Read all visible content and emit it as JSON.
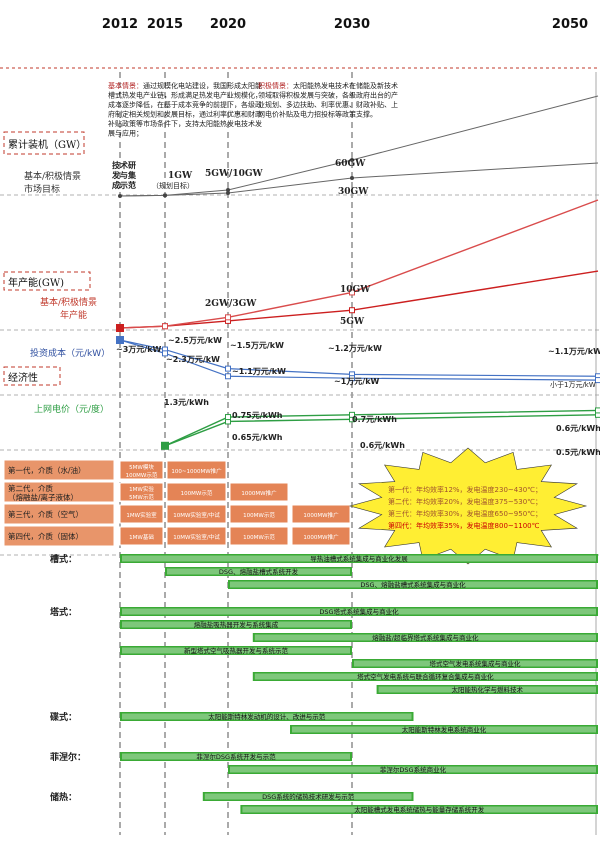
{
  "chart_data": {
    "type": "line",
    "years": [
      "2012",
      "2015",
      "2020",
      "2030",
      "2050"
    ],
    "scenario_text": {
      "basic_title": "基本情景：",
      "basic_body": "通过规模化电站建设，我国形成太阳能槽式热发电产业链，形成满足热发电产业规模化，成本逐步降低，在基于成本竞争的前提下，各级政府制定相关规划和发展目标，通过利率优惠和财政补贴政策等市场条件下，支持太阳能热发电技术发展与应用；",
      "positive_title": "积极情景：",
      "positive_body": "太阳能热发电技术在储能及新技术领域取得积极发展与突破，各级政府出台的产业规划、多边扶助、利率优惠、财政补贴、上网电价补贴及电力招投标等政策支撑。"
    },
    "sections": {
      "cumulative": {
        "label": "累计装机（GW）",
        "sublabel": "基本/积极情景市场目标"
      },
      "annual": {
        "label": "年产能(GW)",
        "sublabel": "基本/积极情景年产能"
      },
      "economics": {
        "label": "经济性",
        "investment_label": "投资成本（元/kW）",
        "tariff_label": "上网电价（元/度）"
      }
    },
    "cumulative_labels": {
      "y2012": "技术研发与集成示范",
      "y2015": "1GW",
      "y2015_note": "（规划目标）",
      "y2020": "5GW/10GW",
      "y2030_high": "60GW",
      "y2030_low": "30GW"
    },
    "cumulative_series": [
      {
        "name": "basic",
        "values": [
          0,
          1,
          5,
          30,
          55
        ],
        "color": "#666666"
      },
      {
        "name": "positive",
        "values": [
          0,
          1,
          10,
          60,
          160
        ],
        "color": "#666666"
      }
    ],
    "annual_labels": {
      "y2020": "2GW/3GW",
      "y2030_high": "10GW",
      "y2030_low": "5GW"
    },
    "annual_series": [
      {
        "name": "basic",
        "values": [
          0,
          0.5,
          2,
          5,
          16
        ],
        "color": "#cc1f1f"
      },
      {
        "name": "positive",
        "values": [
          0,
          0.5,
          3,
          10,
          36
        ],
        "color": "#d94c4c"
      }
    ],
    "investment_labels": {
      "y2012": "~3万元/kW",
      "y2015_high": "~2.5万元/kW",
      "y2015_low": "~2.3万元/kW",
      "y2020_high": "~1.5万元/kW",
      "y2020_low": "~1.1万元/kW",
      "y2030_high": "~1.2万元/kW",
      "y2030_low": "~1万元/kW",
      "y2050_high": "~1.1万元/kW",
      "y2050_low": "小于1万元/kW"
    },
    "investment_series": [
      {
        "name": "high",
        "values": [
          3,
          2.5,
          1.5,
          1.2,
          1.1
        ],
        "color": "#4472c4"
      },
      {
        "name": "low",
        "values": [
          3,
          2.3,
          1.1,
          1.0,
          0.9
        ],
        "color": "#4472c4"
      }
    ],
    "tariff_labels": {
      "y2015": "1.3元/kWh",
      "y2020_high": "0.75元/kWh",
      "y2020_low": "0.65元/kWh",
      "y2030_high": "0.7元/kWh",
      "y2030_low": "0.6元/kWh",
      "y2050_high": "0.6元/kWh",
      "y2050_low": "0.5元/kWh"
    },
    "tariff_series": [
      {
        "name": "high",
        "values": [
          null,
          1.3,
          0.75,
          0.7,
          0.6
        ],
        "color": "#2e9e44"
      },
      {
        "name": "low",
        "values": [
          null,
          1.3,
          0.65,
          0.6,
          0.5
        ],
        "color": "#2e9e44"
      }
    ],
    "generations": [
      {
        "label": "第一代，介质（水/油）",
        "cells": [
          "5MW模块\n100MW示范",
          "100~1000MW推广"
        ]
      },
      {
        "label": "第二代，介质\n（熔融盐/离子液体）",
        "cells": [
          "1MW实验\n5MW示范",
          "100MW示范",
          "1000MW推广"
        ]
      },
      {
        "label": "第三代，介质（空气）",
        "cells": [
          "1MW实验室",
          "10MW实验室/中试",
          "100MW示范",
          "1000MW推广"
        ]
      },
      {
        "label": "第四代，介质（固体）",
        "cells": [
          "1MW基础",
          "10MW实验室/中试",
          "100MW示范",
          "1000MW推广"
        ]
      }
    ],
    "burst": [
      "第一代：年均效率12%，发电温度230~430℃；",
      "第二代：年均效率20%，发电温度375~530℃；",
      "第三代：年均效率30%，发电温度650~950℃；",
      "第四代：年均效率35%，发电温度800~1100℃"
    ],
    "tech_groups": [
      {
        "label": "槽式：",
        "bars": [
          {
            "text": "导热油槽式系统集成与商业化发展",
            "start": 2012,
            "end": 2050,
            "color": "#3aaa35"
          },
          {
            "text": "DSG、熔融盐槽式系统开发",
            "start": 2015,
            "end": 2030,
            "color": "#3aaa35"
          },
          {
            "text": "DSG、熔融盐槽式系统集成与商业化",
            "start": 2020,
            "end": 2050,
            "color": "#3aaa35"
          }
        ]
      },
      {
        "label": "塔式：",
        "bars": [
          {
            "text": "DSG塔式系统集成与商业化",
            "start": 2012,
            "end": 2050,
            "color": "#3aaa35"
          },
          {
            "text": "熔融盐吸热器开发与系统集成",
            "start": 2012,
            "end": 2030,
            "color": "#3aaa35"
          },
          {
            "text": "熔融盐/超临界塔式系统集成与商业化",
            "start": 2022,
            "end": 2050,
            "color": "#3aaa35"
          },
          {
            "text": "新型塔式空气吸热器开发与系统示范",
            "start": 2012,
            "end": 2030,
            "color": "#3aaa35"
          },
          {
            "text": "塔式空气发电系统集成与商业化",
            "start": 2030,
            "end": 2050,
            "color": "#3aaa35"
          },
          {
            "text": "塔式空气发电系统与联合循环复合集成与商业化",
            "start": 2022,
            "end": 2050,
            "color": "#3aaa35"
          },
          {
            "text": "太阳能热化学与燃料技术",
            "start": 2032,
            "end": 2050,
            "color": "#3aaa35"
          }
        ]
      },
      {
        "label": "碟式：",
        "bars": [
          {
            "text": "太阳能斯特林发动机的设计、改进与示范",
            "start": 2012,
            "end": 2035,
            "color": "#3aaa35"
          },
          {
            "text": "太阳能斯特林发电系统商业化",
            "start": 2025,
            "end": 2050,
            "color": "#3aaa35"
          }
        ]
      },
      {
        "label": "菲涅尔：",
        "bars": [
          {
            "text": "菲涅尔DSG系统开发与示范",
            "start": 2012,
            "end": 2030,
            "color": "#3aaa35"
          },
          {
            "text": "菲涅尔DSG系统商业化",
            "start": 2020,
            "end": 2050,
            "color": "#3aaa35"
          }
        ]
      },
      {
        "label": "储热：",
        "bars": [
          {
            "text": "DSG系统的储热技术研发与示范",
            "start": 2018,
            "end": 2035,
            "color": "#3aaa35"
          },
          {
            "text": "太阳能槽式发电系统储热与能量存储系统开发",
            "start": 2021,
            "end": 2050,
            "color": "#3aaa35"
          }
        ]
      }
    ]
  }
}
